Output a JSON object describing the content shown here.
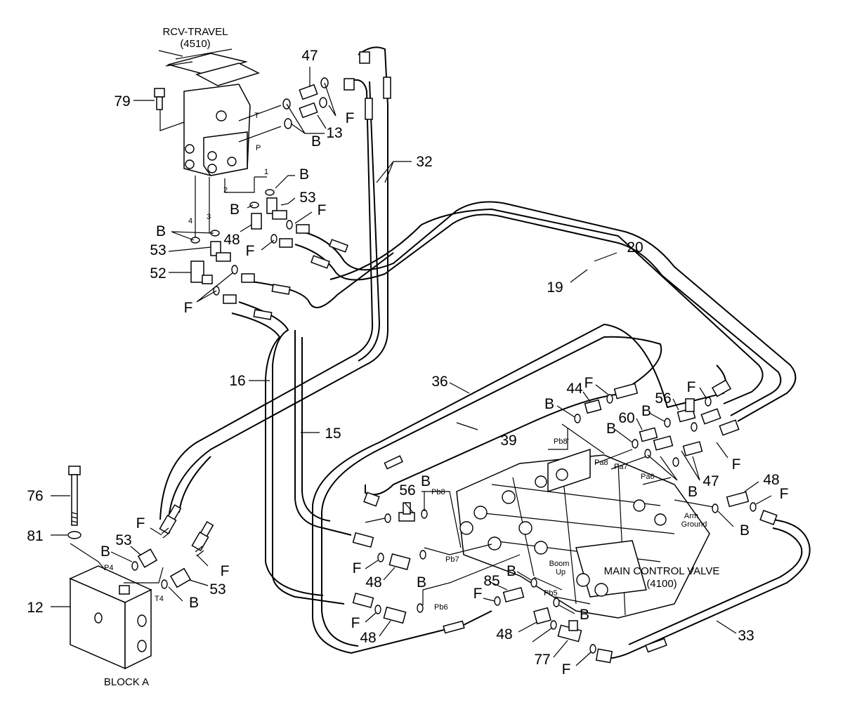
{
  "labels": {
    "rcv_title": "RCV-TRAVEL",
    "rcv_code": "(4510)",
    "mcv_title": "MAIN CONTROL VALVE",
    "mcv_code": "(4100)",
    "block_title": "BLOCK A",
    "arm_ground_1": "Arm",
    "arm_ground_2": "Ground",
    "boom_up_1": "Boom",
    "boom_up_2": "Up"
  },
  "port_labels": {
    "T": "T",
    "P": "P",
    "p1": "1",
    "p2": "2",
    "p3": "3",
    "p4": "4",
    "P4": "P4",
    "T4": "T4",
    "Pb8a": "Pb8'",
    "Pa8": "Pa8",
    "Pa7": "Pa7",
    "Pa6": "Pa6",
    "Pb8": "Pb8",
    "Pb7": "Pb7",
    "Pb6": "Pb6",
    "Pb5": "Pb5"
  },
  "callouts": [
    "47",
    "79",
    "13",
    "B",
    "F",
    "B",
    "32",
    "B",
    "53",
    "B",
    "F",
    "48",
    "B",
    "F",
    "53",
    "52",
    "20",
    "F",
    "19",
    "16",
    "15",
    "36",
    "44",
    "F",
    "B",
    "F",
    "56",
    "B",
    "60",
    "39",
    "B",
    "76",
    "56",
    "B",
    "47",
    "48",
    "F",
    "F",
    "B",
    "81",
    "F",
    "B",
    "53",
    "F",
    "48",
    "B",
    "85",
    "B",
    "F",
    "12",
    "B",
    "F",
    "53",
    "48",
    "B",
    "F",
    "48",
    "77",
    "F",
    "33"
  ]
}
